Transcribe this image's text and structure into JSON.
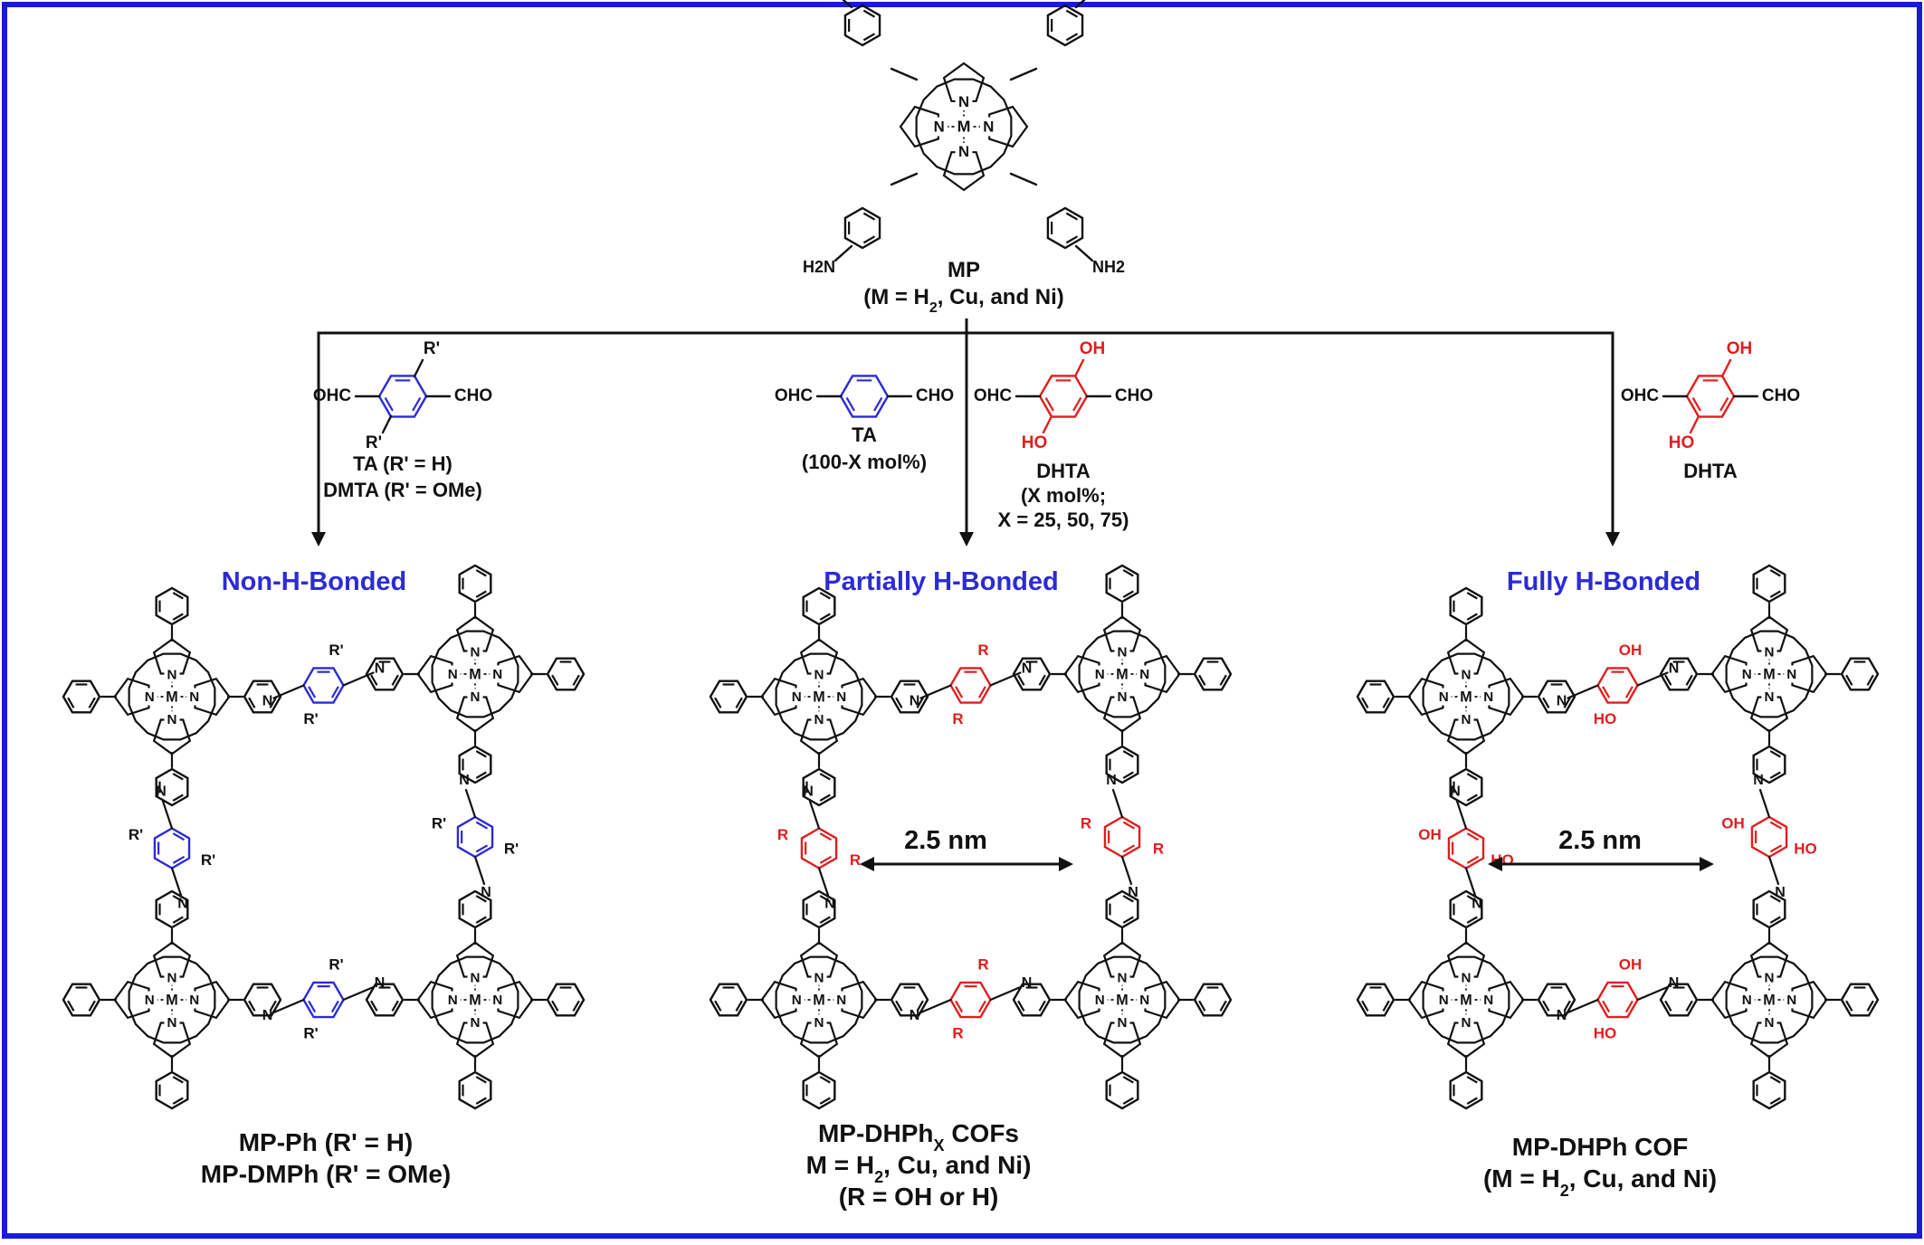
{
  "colors": {
    "frame": "#1a1adc",
    "blue": "#2b2bd6",
    "red": "#e01e1e",
    "ink": "#111111"
  },
  "top": {
    "amine": "NH2",
    "amine_left": "H2N",
    "title": "MP",
    "subtitle_pre": "(M = H",
    "subtitle_post": ", Cu, and Ni)"
  },
  "core_labels": {
    "N": "N",
    "M": "M"
  },
  "reagents": {
    "ta_dmta": {
      "aldehyde_left": "OHC",
      "aldehyde_right": "CHO",
      "substituent": "R'",
      "label1": "TA (R' = H)",
      "label2": "DMTA (R' = OMe)"
    },
    "ta": {
      "aldehyde_left": "OHC",
      "aldehyde_right": "CHO",
      "name": "TA",
      "amount": "(100-X mol%)"
    },
    "dhta_mid": {
      "aldehyde_left": "OHC",
      "aldehyde_right": "CHO",
      "oh_top": "OH",
      "oh_bottom": "HO",
      "name": "DHTA",
      "amount1": "(X mol%;",
      "amount2": "X = 25, 50, 75)"
    },
    "dhta_right": {
      "aldehyde_left": "OHC",
      "aldehyde_right": "CHO",
      "oh_top": "OH",
      "oh_bottom": "HO",
      "name": "DHTA"
    }
  },
  "panels": {
    "left": {
      "heading": "Non-H-Bonded",
      "linker_sub": "R'",
      "caption1": "MP-Ph (R' = H)",
      "caption2": "MP-DMPh (R' = OMe)"
    },
    "middle": {
      "heading": "Partially H-Bonded",
      "linker_sub": "R",
      "pore": "2.5 nm",
      "caption1_pre": "MP-DHPh",
      "caption1_sub": "X",
      "caption1_post": " COFs",
      "caption2_pre": "M = H",
      "caption2_post": ", Cu, and Ni)",
      "caption3": "(R = OH or H)"
    },
    "right": {
      "heading": "Fully H-Bonded",
      "oh": "OH",
      "ho": "HO",
      "pore": "2.5 nm",
      "caption1": "MP-DHPh COF",
      "caption2_pre": "(M = H",
      "caption2_post": ", Cu, and Ni)"
    }
  },
  "subscript_two": "2"
}
